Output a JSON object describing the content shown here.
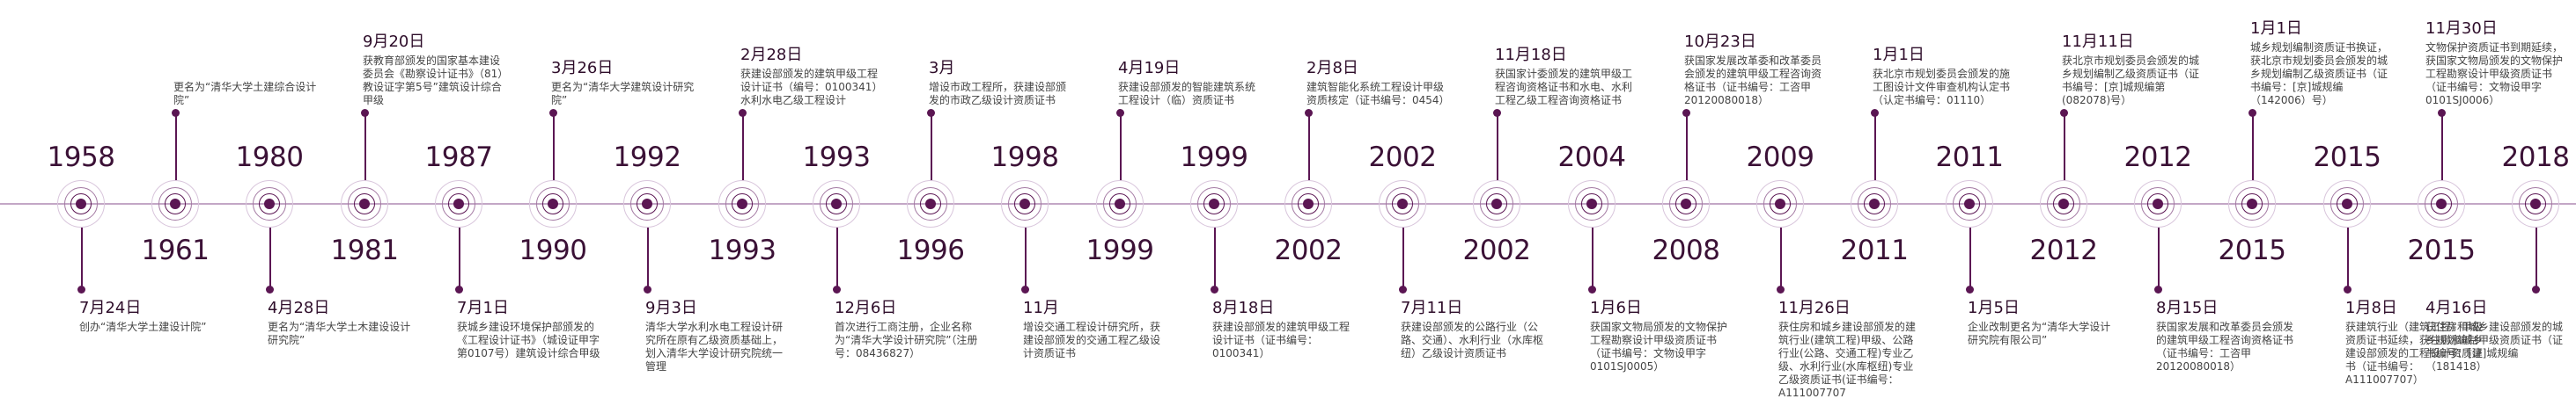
{
  "colors": {
    "accent": "#5b1653",
    "axis": "#c3a7c6",
    "text": "#3a3a3a"
  },
  "nodes": [
    {
      "year": "1958",
      "year_pos": "above",
      "event": {
        "pos": "below",
        "date": "7月24日",
        "text": "创办“清华大学土建设计院”"
      }
    },
    {
      "year": "1961",
      "year_pos": "below",
      "event": {
        "pos": "above",
        "date": "",
        "text": "更名为“清华大学土建综合设计院”"
      }
    },
    {
      "year": "1980",
      "year_pos": "above",
      "event": {
        "pos": "below",
        "date": "4月28日",
        "text": "更名为“清华大学土木建设设计研究院”"
      }
    },
    {
      "year": "1981",
      "year_pos": "below",
      "event": {
        "pos": "above",
        "date": "9月20日",
        "text": "获教育部颁发的国家基本建设委员会《勘察设计证书》（81）教设证字第5号”建筑设计综合甲级"
      }
    },
    {
      "year": "1987",
      "year_pos": "above",
      "event": {
        "pos": "below",
        "date": "7月1日",
        "text": "获城乡建设环境保护部颁发的《工程设计证书》（城设证甲字第0107号）建筑设计综合甲级"
      }
    },
    {
      "year": "1990",
      "year_pos": "below",
      "event": {
        "pos": "above",
        "date": "3月26日",
        "text": "更名为“清华大学建筑设计研究院”"
      }
    },
    {
      "year": "1992",
      "year_pos": "above",
      "event": {
        "pos": "below",
        "date": "9月3日",
        "text": "清华大学水利水电工程设计研究所在原有乙级资质基础上，划入清华大学设计研究院统一管理"
      }
    },
    {
      "year": "1993",
      "year_pos": "below",
      "event": {
        "pos": "above",
        "date": "2月28日",
        "text": "获建设部颁发的建筑甲级工程设计证书（编号：0100341）水利水电乙级工程设计"
      }
    },
    {
      "year": "1993",
      "year_pos": "above",
      "event": {
        "pos": "below",
        "date": "12月6日",
        "text": "首次进行工商注册，企业名称为“清华大学设计研究院”（注册号：08436827）"
      }
    },
    {
      "year": "1996",
      "year_pos": "below",
      "event": {
        "pos": "above",
        "date": "3月",
        "text": "增设市政工程所，获建设部颁发的市政乙级设计资质证书"
      }
    },
    {
      "year": "1998",
      "year_pos": "above",
      "event": {
        "pos": "below",
        "date": "11月",
        "text": "增设交通工程设计研究所，获建设部颁发的交通工程乙级设计资质证书"
      }
    },
    {
      "year": "1999",
      "year_pos": "below",
      "event": {
        "pos": "above",
        "date": "4月19日",
        "text": "获建设部颁发的智能建筑系统工程设计（临）资质证书"
      }
    },
    {
      "year": "1999",
      "year_pos": "above",
      "event": {
        "pos": "below",
        "date": "8月18日",
        "text": "获建设部颁发的建筑甲级工程设计证书（证书编号：0100341）"
      }
    },
    {
      "year": "2002",
      "year_pos": "below",
      "event": {
        "pos": "above",
        "date": "2月8日",
        "text": "建筑智能化系统工程设计甲级资质核定（证书编号：0454）"
      }
    },
    {
      "year": "2002",
      "year_pos": "above",
      "event": {
        "pos": "below",
        "date": "7月11日",
        "text": "获建设部颁发的公路行业（公路、交通）、水利行业（水库枢纽）乙级设计资质证书"
      }
    },
    {
      "year": "2002",
      "year_pos": "below",
      "event": {
        "pos": "above",
        "date": "11月18日",
        "text": "获国家计委颁发的建筑甲级工程咨询资格证书和水电、水利工程乙级工程咨询资格证书"
      }
    },
    {
      "year": "2004",
      "year_pos": "above",
      "event": {
        "pos": "below",
        "date": "1月6日",
        "text": "获国家文物局颁发的文物保护工程勘察设计甲级资质证书（证书编号：文物设甲字0101SJ0005）"
      }
    },
    {
      "year": "2008",
      "year_pos": "below",
      "event": {
        "pos": "above",
        "date": "10月23日",
        "text": "获国家发展改革委和改革委员会颁发的建筑甲级工程咨询资格证书（证书编号：工咨甲20120080018）"
      }
    },
    {
      "year": "2009",
      "year_pos": "above",
      "event": {
        "pos": "below",
        "date": "11月26日",
        "text": "获住房和城乡建设部颁发的建筑行业(建筑工程)甲级、公路行业(公路、交通工程)专业乙级、水利行业(水库枢纽)专业乙级资质证书(证书编号：A111007707"
      }
    },
    {
      "year": "2011",
      "year_pos": "below",
      "event": {
        "pos": "above",
        "date": "1月1日",
        "text": "获北京市规划委员会颁发的施工图设计文件审查机构认定书（认定书编号：01110）"
      }
    },
    {
      "year": "2011",
      "year_pos": "above",
      "event": {
        "pos": "below",
        "date": "1月5日",
        "text": "企业改制更名为“清华大学设计研究院有限公司”"
      }
    },
    {
      "year": "2012",
      "year_pos": "below",
      "event": {
        "pos": "above",
        "date": "11月11日",
        "text": "获北京市规划委员会颁发的城乡规划编制乙级资质证书（证书编号：[京]城规编第(082078)号）"
      }
    },
    {
      "year": "2012",
      "year_pos": "above",
      "event": {
        "pos": "below",
        "date": "8月15日",
        "text": "获国家发展和改革委员会颁发的建筑甲级工程咨询资格证书（证书编号：工咨甲20120080018）"
      }
    },
    {
      "year": "2015",
      "year_pos": "below",
      "event": {
        "pos": "above",
        "date": "1月1日",
        "text": "城乡规划编制资质证书换证，获北京市规划委员会颁发的城乡规划编制乙级资质证书（证书编号：[京]城规编（142006）号）"
      }
    },
    {
      "year": "2015",
      "year_pos": "above",
      "event": {
        "pos": "below",
        "date": "1月8日",
        "text": "获建筑行业（建筑工程）甲级资质证书延续，获住房和城乡建设部颁发的工程设计资质证书（证书编号：A111007707）"
      }
    },
    {
      "year": "2015",
      "year_pos": "below",
      "event": {
        "pos": "above",
        "date": "11月30日",
        "text": "文物保护资质证书到期延续，获国家文物局颁发的文物保护工程勘察设计甲级资质证书（证书编号：文物设甲字0101SJ0006）"
      }
    },
    {
      "year": "2018",
      "year_pos": "above",
      "event": {
        "pos": "below",
        "date": "4月16日",
        "text": "获住房和城乡建设部颁发的城乡规划编制甲级资质证书（证书编号：[建]城规编（181418）"
      }
    }
  ]
}
